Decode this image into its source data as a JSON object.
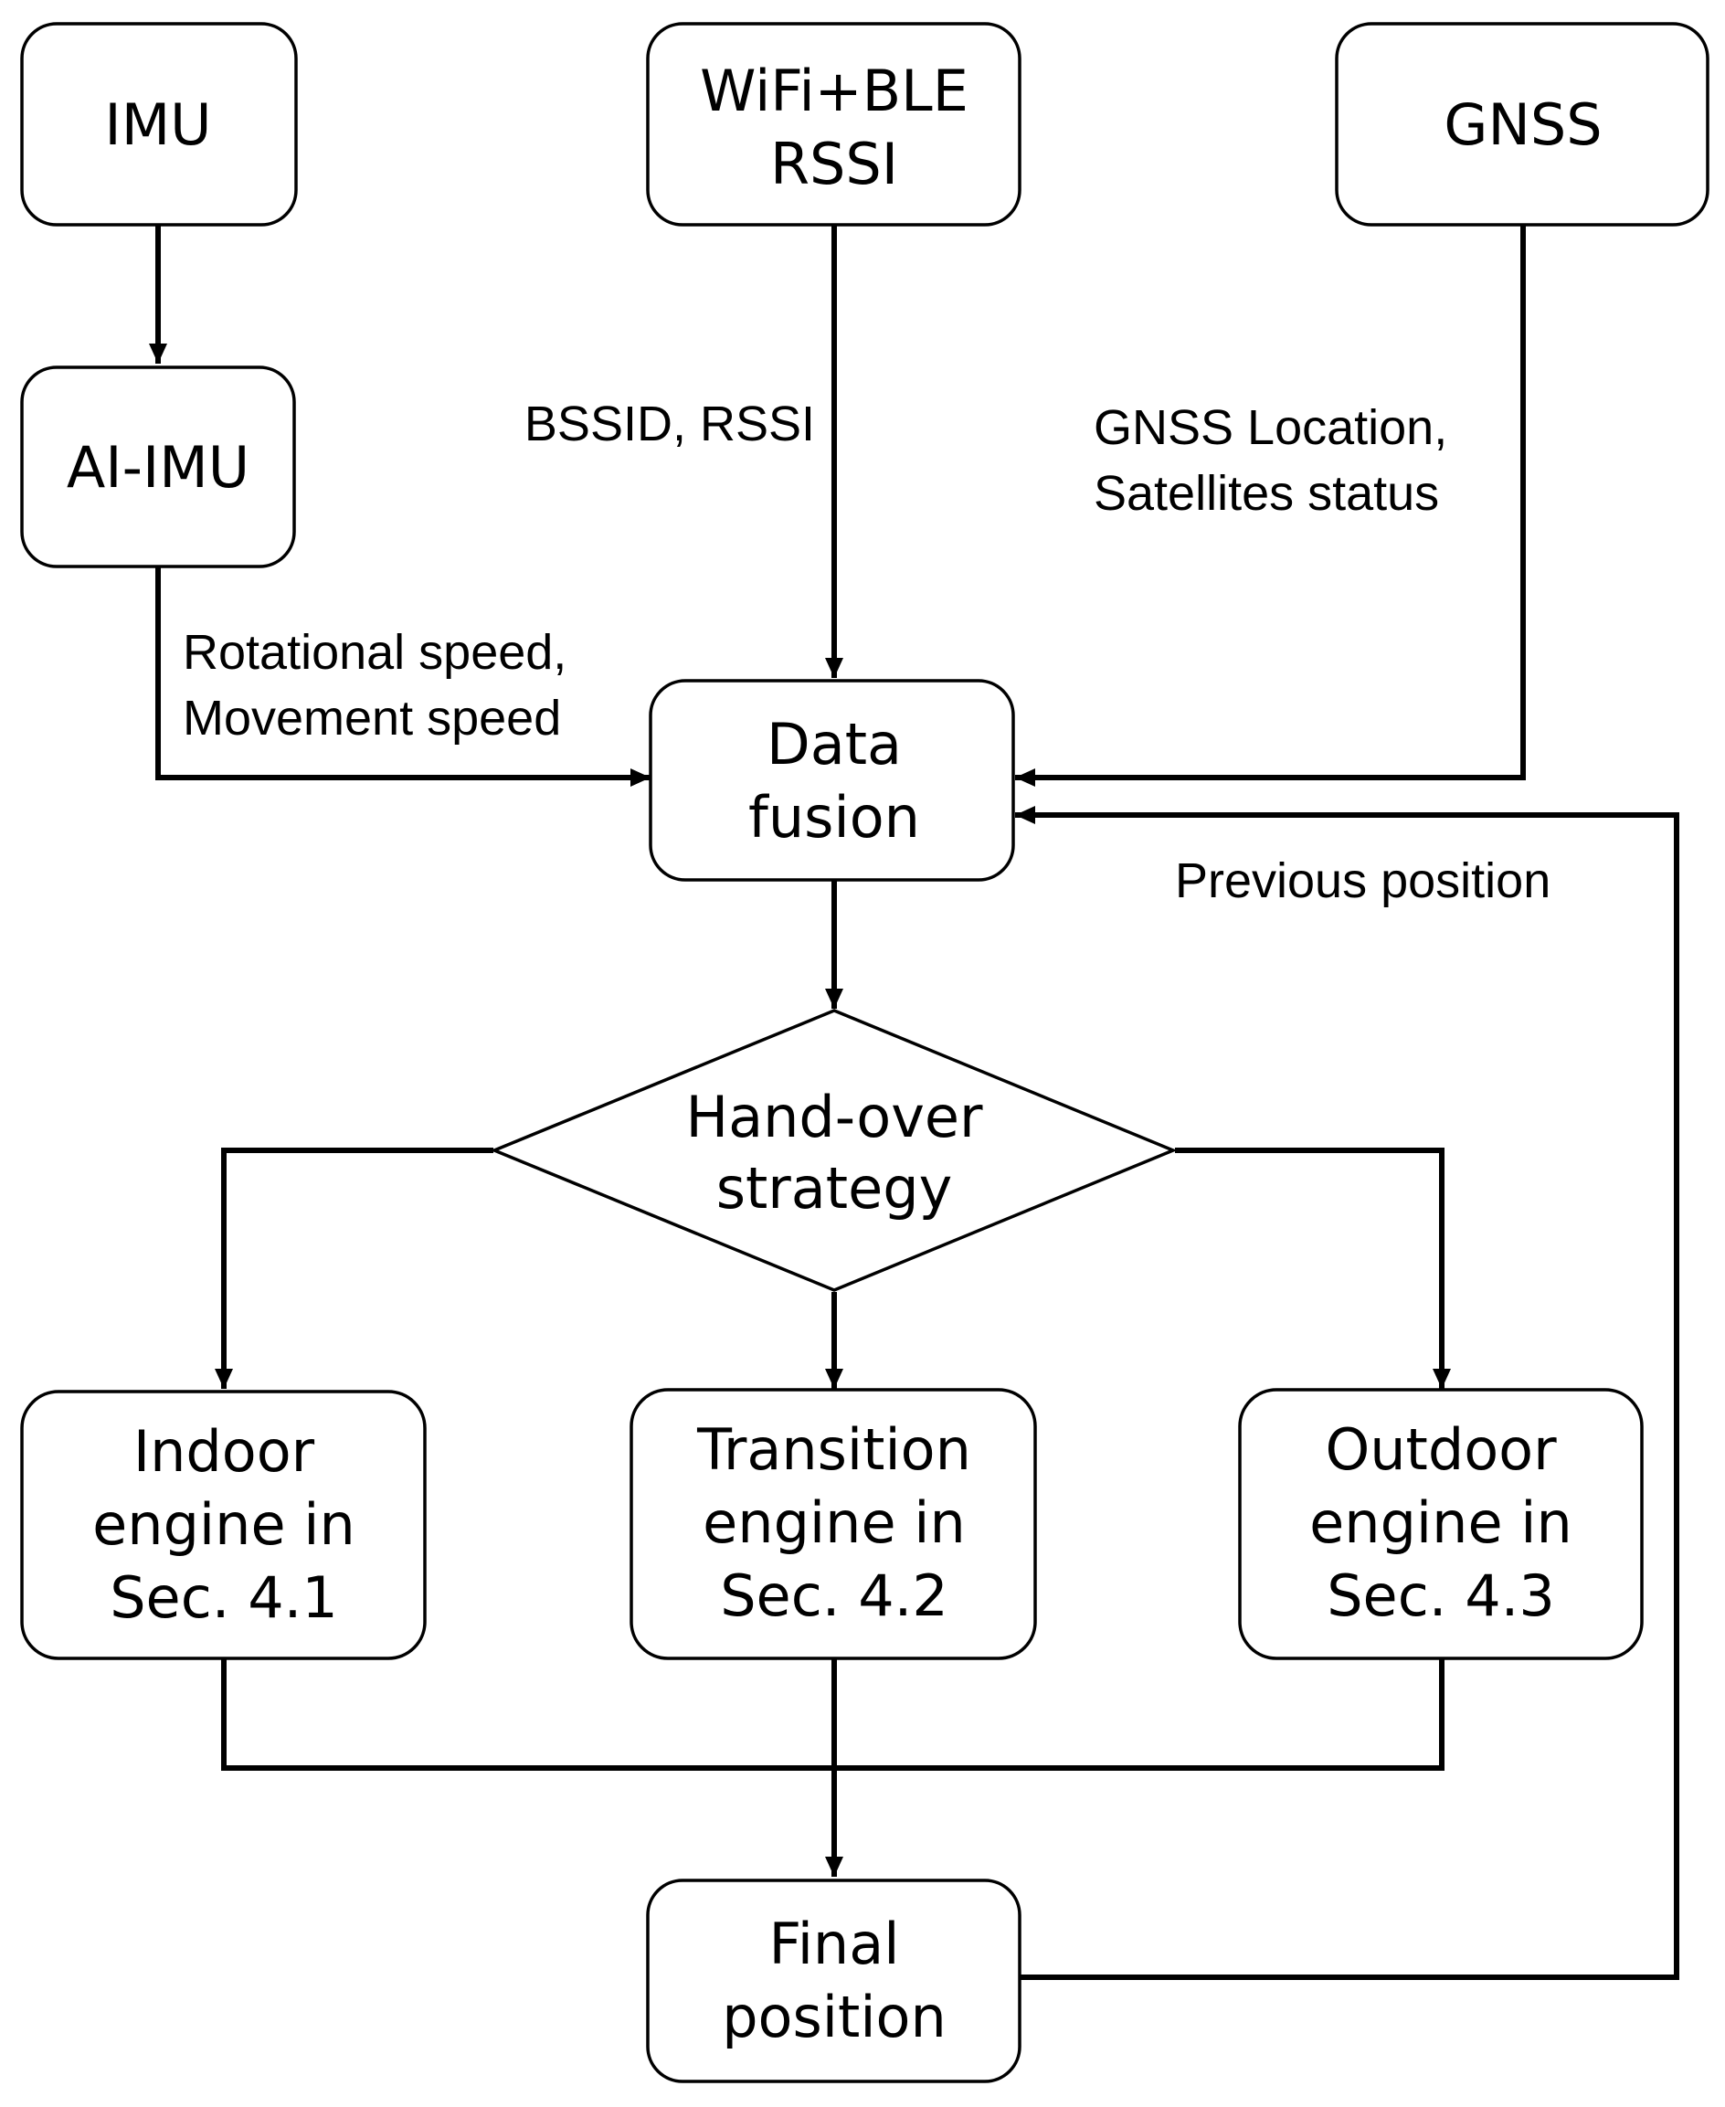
{
  "nodes": {
    "imu": {
      "line1": "IMU"
    },
    "wifi": {
      "line1": "WiFi+BLE",
      "line2": "RSSI"
    },
    "gnss": {
      "line1": "GNSS"
    },
    "aiimu": {
      "line1": "AI-IMU"
    },
    "fusion": {
      "line1": "Data",
      "line2": "fusion"
    },
    "handover": {
      "line1": "Hand-over",
      "line2": "strategy"
    },
    "indoor": {
      "line1": "Indoor",
      "line2": "engine in",
      "line3": "Sec. 4.1"
    },
    "transition": {
      "line1": "Transition",
      "line2": "engine in",
      "line3": "Sec. 4.2"
    },
    "outdoor": {
      "line1": "Outdoor",
      "line2": "engine in",
      "line3": "Sec. 4.3"
    },
    "final": {
      "line1": "Final",
      "line2": "position"
    }
  },
  "edge_labels": {
    "bssid": "BSSID, RSSI",
    "gnss_line1": "GNSS Location,",
    "gnss_line2": "Satellites status",
    "aiimu_line1": "Rotational speed,",
    "aiimu_line2": "Movement speed",
    "previous": "Previous position"
  },
  "colors": {
    "stroke": "#000000",
    "fill": "#ffffff",
    "text": "#000000"
  }
}
